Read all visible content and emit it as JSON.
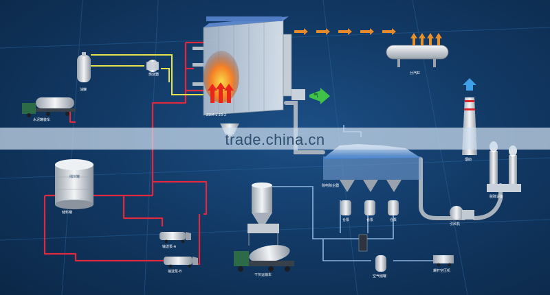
{
  "watermark": "trade.china.cn",
  "labels": {
    "fuel_tank": "油罐",
    "burner": "燃烧器",
    "tanker": "水泥罐装车",
    "boiler": "ZDM-L 23-2",
    "cyclone": "",
    "silo": "储料罐",
    "silo_name": "储灰罐",
    "pipe_tag": "",
    "truck_a": "输送泵-A",
    "truck_b": "输送泵-B",
    "mixer": "干灰运输车",
    "filter": "除电除尘器",
    "pump_a": "仓泵",
    "pump_b": "仓泵",
    "pump_c": "仓泵",
    "air_tank": "空气储罐",
    "compressor": "螺杆空压机",
    "header": "分汽缸",
    "chimney": "烟囱",
    "desulf": "脱硫设备",
    "fan": "引风机",
    "green_tag": "气"
  }
}
